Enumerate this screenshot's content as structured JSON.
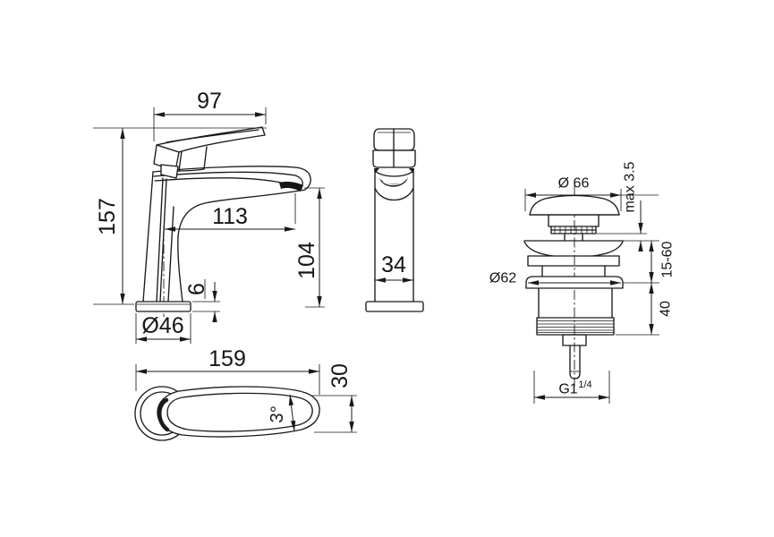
{
  "drawing_title": "basin mixer technical drawing",
  "views": {
    "side": {
      "handle_length": "97",
      "total_height": "157",
      "spout_reach": "113",
      "spout_height": "104",
      "base_thickness": "6",
      "base_diameter": "Ø46"
    },
    "front": {
      "body_width": "34"
    },
    "top": {
      "total_length": "159",
      "tip_width": "30",
      "handle_angle": "3°"
    },
    "drain": {
      "cap_diameter": "Ø 66",
      "max_cap_gap": "max 3.5",
      "clamp_range": "15-60",
      "flange_diameter": "Ø62",
      "body_length": "40",
      "thread_size": "G1",
      "thread_size_sup": "1/4"
    }
  },
  "colors": {
    "line": "#1a1a1a",
    "background": "#ffffff"
  }
}
